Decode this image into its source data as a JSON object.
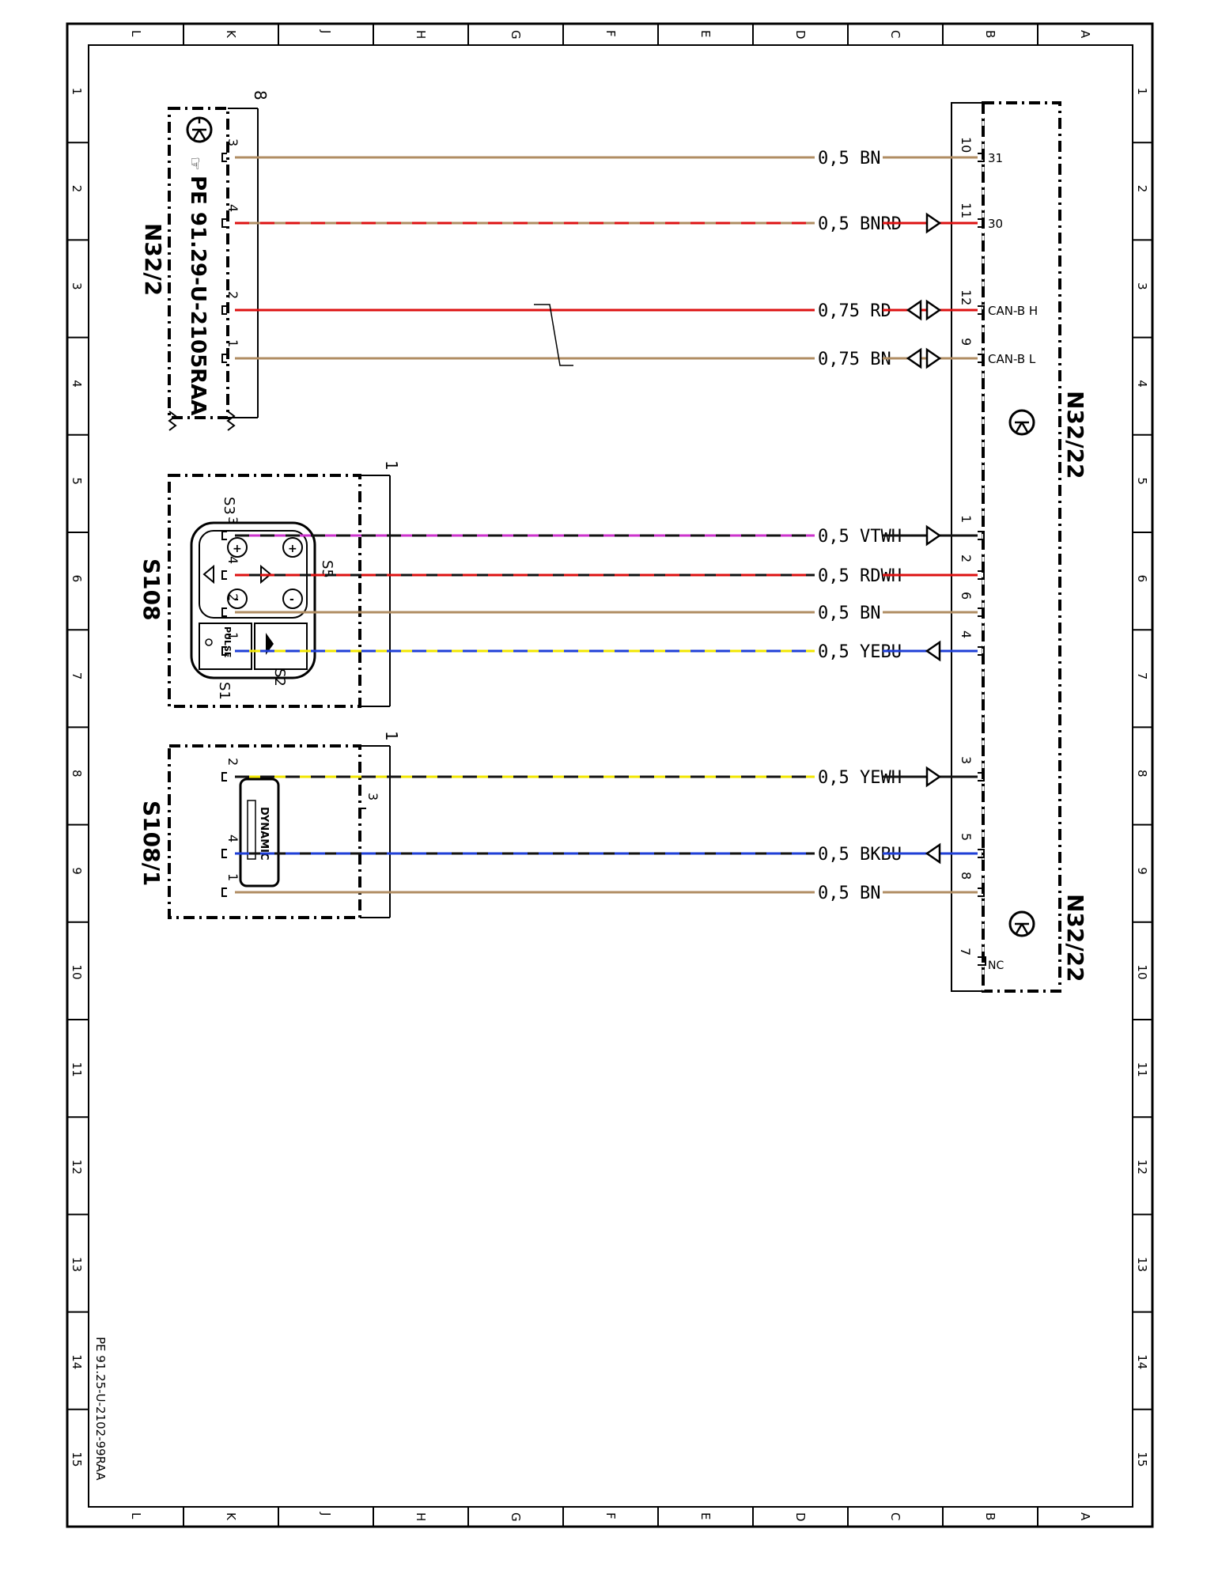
{
  "frame": {
    "columns": [
      "L",
      "K",
      "J",
      "H",
      "G",
      "F",
      "E",
      "D",
      "C",
      "B",
      "A"
    ],
    "rows": [
      "1",
      "2",
      "3",
      "4",
      "5",
      "6",
      "7",
      "8",
      "9",
      "10",
      "11",
      "12",
      "13",
      "14",
      "15"
    ],
    "drawing_number": "PE 91.25-U-2102-99RAA"
  },
  "components": {
    "n32_2": {
      "id": "N32/2",
      "ref": "PE 91.29-U-2105RAA",
      "connector": "8",
      "pins": [
        "3",
        "4",
        "2",
        "1"
      ]
    },
    "s108": {
      "id": "S108",
      "connector": "1",
      "pins": [
        "3",
        "4",
        "2",
        "1"
      ],
      "switch_labels": {
        "s1": "S1",
        "s2": "S2",
        "s3": "S3",
        "s5": "S5",
        "pulse": "PULSE"
      }
    },
    "s108_1": {
      "id": "S108/1",
      "connector": "1",
      "pins": [
        "2",
        "3",
        "4",
        "1"
      ],
      "button_label": "DYNAMIC"
    },
    "n32_22": {
      "id_top": "N32/22",
      "id_bottom": "N32/22",
      "nc_pin": "7",
      "nc_label": "NC"
    }
  },
  "wires": [
    {
      "label": "0,5  BN",
      "from_pin": "3",
      "to_pin": "10",
      "signal": "31",
      "colors": [
        "#b08d63"
      ],
      "arrow": "none"
    },
    {
      "label": "0,5  BNRD",
      "from_pin": "4",
      "to_pin": "11",
      "signal": "30",
      "colors": [
        "#b08d63",
        "#dd1111"
      ],
      "arrow": "right"
    },
    {
      "label": "0,75  RD",
      "from_pin": "2",
      "to_pin": "12",
      "signal": "CAN-B H",
      "colors": [
        "#dd1111"
      ],
      "arrow": "both"
    },
    {
      "label": "0,75  BN",
      "from_pin": "1",
      "to_pin": "9",
      "signal": "CAN-B L",
      "colors": [
        "#b08d63"
      ],
      "arrow": "both"
    },
    {
      "label": "0,5  VTWH",
      "from_pin": "3",
      "to_pin": "1",
      "signal": "",
      "colors": [
        "#cc33cc",
        "#111111"
      ],
      "arrow": "right"
    },
    {
      "label": "0,5  RDWH",
      "from_pin": "4",
      "to_pin": "2",
      "signal": "",
      "colors": [
        "#111111",
        "#dd1111"
      ],
      "arrow": "none"
    },
    {
      "label": "0,5  BN",
      "from_pin": "2",
      "to_pin": "6",
      "signal": "",
      "colors": [
        "#b08d63"
      ],
      "arrow": "none"
    },
    {
      "label": "0,5  YEBU",
      "from_pin": "1",
      "to_pin": "4",
      "signal": "",
      "colors": [
        "#f2e600",
        "#1f3fd6"
      ],
      "arrow": "left"
    },
    {
      "label": "0,5  YEWH",
      "from_pin": "2",
      "to_pin": "3",
      "signal": "",
      "colors": [
        "#f2e600",
        "#111111"
      ],
      "arrow": "right"
    },
    {
      "label": "0,5  BKBU",
      "from_pin": "4",
      "to_pin": "5",
      "signal": "",
      "colors": [
        "#111111",
        "#1f3fd6"
      ],
      "arrow": "left"
    },
    {
      "label": "0,5  BN",
      "from_pin": "1",
      "to_pin": "8",
      "signal": "",
      "colors": [
        "#b08d63"
      ],
      "arrow": "none"
    }
  ]
}
